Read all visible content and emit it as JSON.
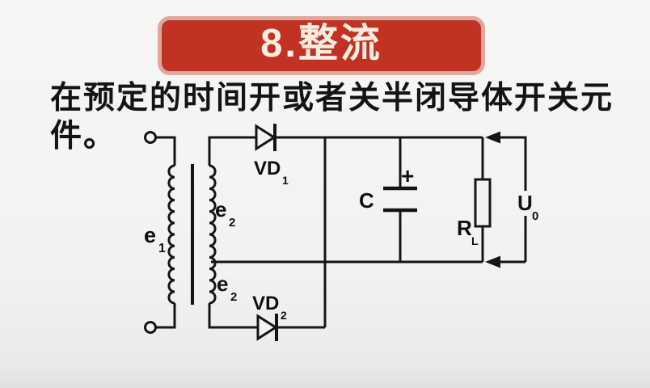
{
  "banner": {
    "title": "8.整流"
  },
  "description": {
    "line1": "在预定的时间开或者关半闭导体开关元",
    "line2": "件。"
  },
  "circuit": {
    "labels": {
      "e1": {
        "base": "e",
        "sub": "1"
      },
      "e2_upper": {
        "base": "e",
        "sub": "2"
      },
      "e2_lower": {
        "base": "e",
        "sub": "2"
      },
      "vd1": {
        "base": "VD",
        "sub": "1"
      },
      "vd2": {
        "base": "VD",
        "sub": "2"
      },
      "capacitor": "C",
      "capacitor_polarity": "+",
      "rl": {
        "base": "R",
        "sub": "L"
      },
      "u0": {
        "base": "U",
        "sub": "0"
      }
    }
  },
  "colors": {
    "banner_background": "#c13223",
    "banner_border": "#dfa79d",
    "banner_text": "#f7eee1",
    "page_background": "#f2f2f0",
    "circuit_line": "#151515"
  }
}
